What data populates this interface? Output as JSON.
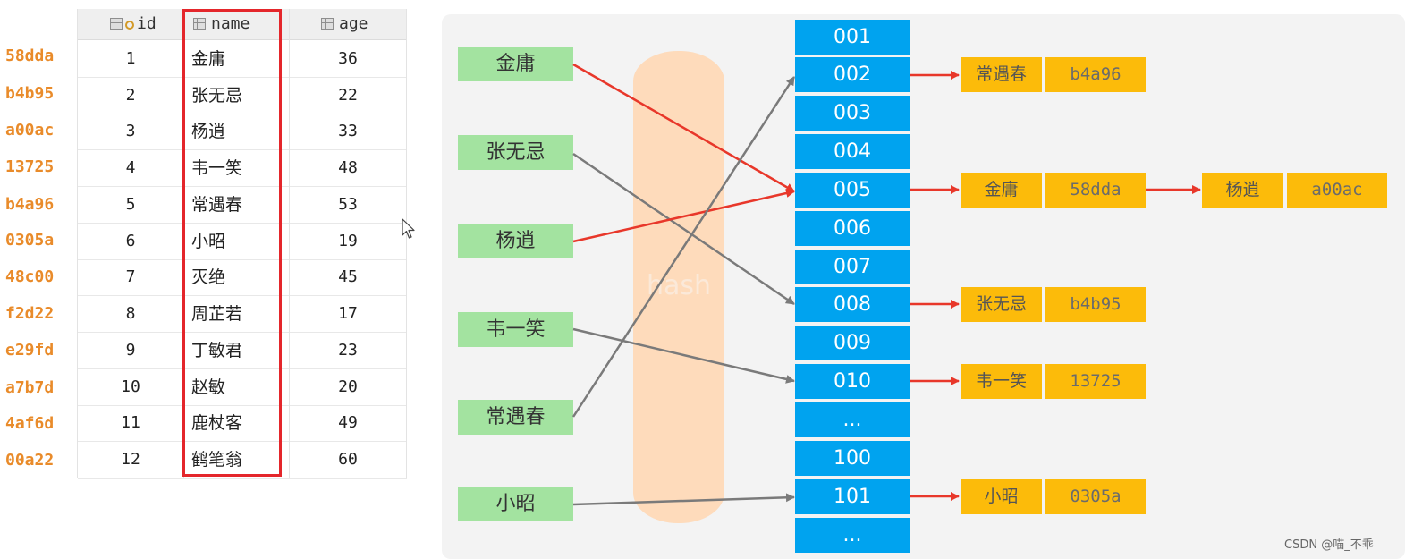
{
  "hashcodes": [
    "58dda",
    "b4b95",
    "a00ac",
    "13725",
    "b4a96",
    "0305a",
    "48c00",
    "f2d22",
    "e29fd",
    "a7b7d",
    "4af6d",
    "00a22"
  ],
  "table": {
    "columns": [
      "id",
      "name",
      "age"
    ],
    "rows": [
      [
        "1",
        "金庸",
        "36"
      ],
      [
        "2",
        "张无忌",
        "22"
      ],
      [
        "3",
        "杨逍",
        "33"
      ],
      [
        "4",
        "韦一笑",
        "48"
      ],
      [
        "5",
        "常遇春",
        "53"
      ],
      [
        "6",
        "小昭",
        "19"
      ],
      [
        "7",
        "灭绝",
        "45"
      ],
      [
        "8",
        "周芷若",
        "17"
      ],
      [
        "9",
        "丁敏君",
        "23"
      ],
      [
        "10",
        "赵敏",
        "20"
      ],
      [
        "11",
        "鹿杖客",
        "49"
      ],
      [
        "12",
        "鹤笔翁",
        "60"
      ]
    ]
  },
  "diagram": {
    "hash_label": "hash",
    "keys": [
      "金庸",
      "张无忌",
      "杨逍",
      "韦一笑",
      "常遇春",
      "小昭"
    ],
    "buckets": [
      "001",
      "002",
      "003",
      "004",
      "005",
      "006",
      "007",
      "008",
      "009",
      "010",
      "...",
      "100",
      "101",
      "..."
    ],
    "nodes": [
      {
        "key": "常遇春",
        "hash": "b4a96"
      },
      {
        "key": "金庸",
        "hash": "58dda"
      },
      {
        "key": "杨逍",
        "hash": "a00ac"
      },
      {
        "key": "张无忌",
        "hash": "b4b95"
      },
      {
        "key": "韦一笑",
        "hash": "13725"
      },
      {
        "key": "小昭",
        "hash": "0305a"
      }
    ],
    "colors": {
      "key_box": "#a3e3a0",
      "bucket": "#00a3ef",
      "node": "#fcbb0a",
      "red_arrow": "#e8372a",
      "gray_arrow": "#7a7a7a",
      "hash_band": "#ffd6b0",
      "highlight": "#e4262b",
      "hashcode_text": "#e98b2a"
    }
  },
  "watermark": "CSDN @喵_不乖"
}
